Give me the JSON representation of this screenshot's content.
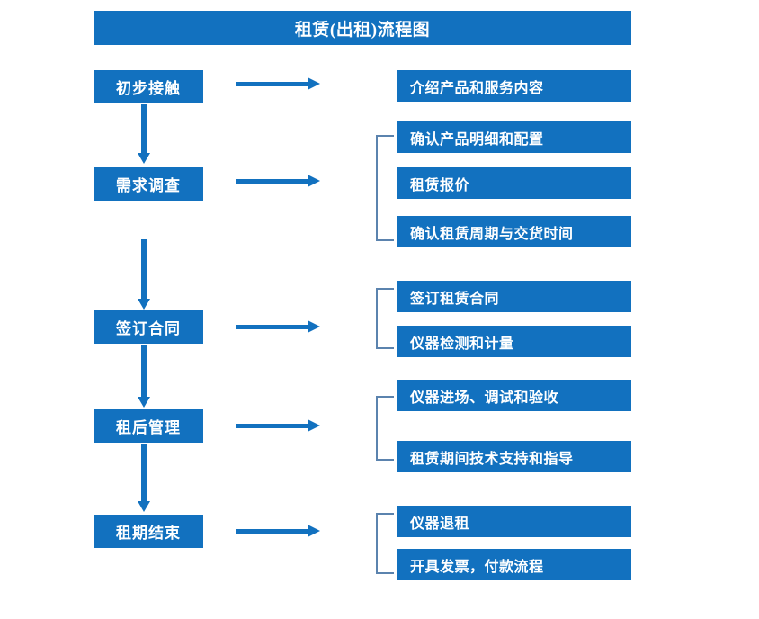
{
  "diagram": {
    "title": "租赁(出租)流程图",
    "accent_color": "#1271BF",
    "bracket_color": "#5B83AE",
    "text_color": "#FFFFFF",
    "background_color": "#FFFFFF",
    "stages": [
      {
        "label": "初步接触",
        "details": [
          "介绍产品和服务内容"
        ]
      },
      {
        "label": "需求调查",
        "details": [
          "确认产品明细和配置",
          "租赁报价",
          "确认租赁周期与交货时间"
        ]
      },
      {
        "label": "签订合同",
        "details": [
          "签订租赁合同",
          "仪器检测和计量"
        ]
      },
      {
        "label": "租后管理",
        "details": [
          "仪器进场、调试和验收",
          "租赁期间技术支持和指导"
        ]
      },
      {
        "label": "租期结束",
        "details": [
          "仪器退租",
          "开具发票，付款流程"
        ]
      }
    ]
  }
}
